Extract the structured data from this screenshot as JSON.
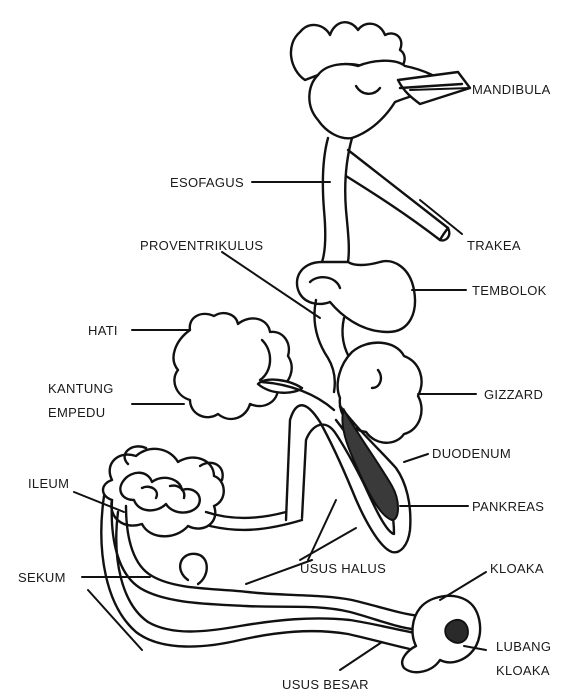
{
  "diagram": {
    "labels": {
      "mandibula": "MANDIBULA",
      "esofagus": "ESOFAGUS",
      "trakea": "TRAKEA",
      "proventrikulus": "PROVENTRIKULUS",
      "tembolok": "TEMBOLOK",
      "hati": "HATI",
      "kantung_line1": "KANTUNG",
      "kantung_line2": "EMPEDU",
      "gizzard": "GIZZARD",
      "duodenum": "DUODENUM",
      "ileum": "ILEUM",
      "pankreas": "PANKREAS",
      "usus_halus": "USUS HALUS",
      "sekum": "SEKUM",
      "kloaka": "KLOAKA",
      "lubang_line1": "LUBANG",
      "lubang_line2": "KLOAKA",
      "usus_besar": "USUS BESAR"
    }
  }
}
